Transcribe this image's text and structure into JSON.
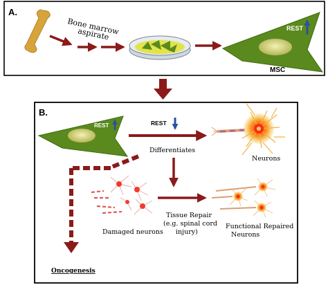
{
  "panel_a": {
    "label": "A.",
    "step_label_line1": "Bone marrow",
    "step_label_line2": "aspirate",
    "cell_marker": "REST",
    "cell_name": "MSC"
  },
  "panel_b": {
    "label": "B.",
    "cell_marker": "REST",
    "arrow_marker": "REST",
    "differentiates": "Differentiates",
    "neurons": "Neurons",
    "damaged": "Damaged neurons",
    "repair_line1": "Tissue Repair",
    "repair_line2": "(e.g. spinal cord",
    "repair_line3": "injury)",
    "functional_line1": "Functional Repaired",
    "functional_line2": "Neurons",
    "oncogenesis": "Oncogenesis"
  },
  "colors": {
    "arrow": "#8b1a1a",
    "cell_fill": "#5a8a1e",
    "nucleus": "#c8c86a",
    "rest_arrow": "#2c4fa0",
    "bone": "#d7a43a",
    "neuron_core": "#f23a2a",
    "neuron_glow": "#f6b42a",
    "panel_border": "#000000"
  }
}
